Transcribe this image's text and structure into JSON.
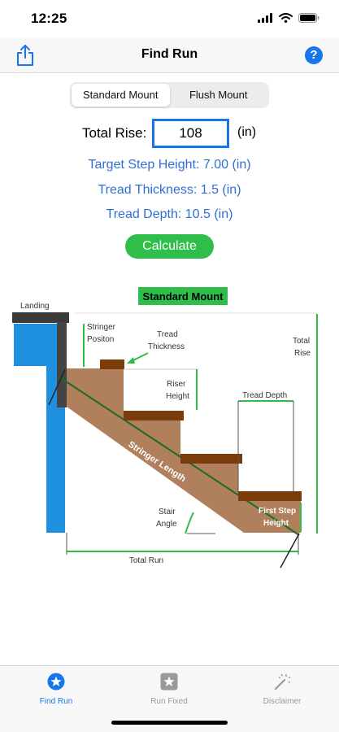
{
  "status": {
    "time": "12:25"
  },
  "nav": {
    "title": "Find Run",
    "help": "?"
  },
  "segments": [
    "Standard Mount",
    "Flush Mount"
  ],
  "form": {
    "rise_label": "Total Rise:",
    "rise_value": "108",
    "unit": "(in)"
  },
  "results": {
    "step_height": "Target Step Height: 7.00 (in)",
    "tread_thickness": "Tread Thickness: 1.5 (in)",
    "tread_depth": "Tread Depth: 10.5 (in)"
  },
  "calculate_label": "Calculate",
  "diagram": {
    "title": "Standard Mount",
    "landing": "Landing",
    "stringer_position_1": "Stringer",
    "stringer_position_2": "Positon",
    "tread_1": "Tread",
    "tread_2": "Thickness",
    "total_rise_1": "Total",
    "total_rise_2": "Rise",
    "riser_1": "Riser",
    "riser_2": "Height",
    "tread_depth": "Tread Depth",
    "stringer_length": "Stringer Length",
    "stair_1": "Stair",
    "stair_2": "Angle",
    "first_step_1": "First Step",
    "first_step_2": "Height",
    "total_run": "Total Run"
  },
  "tabs": [
    {
      "label": "Find Run",
      "icon": "star-circle-icon"
    },
    {
      "label": "Run Fixed",
      "icon": "star-square-icon"
    },
    {
      "label": "Disclaimer",
      "icon": "magic-wand-icon"
    }
  ],
  "colors": {
    "accent": "#1877e8",
    "link_text": "#2f6fd6",
    "calculate": "#2fbe4a",
    "stringer": "#b07f5b",
    "tread": "#7a3c0a",
    "measure": "#2fbe4a",
    "wall": "#1f8fe0"
  }
}
